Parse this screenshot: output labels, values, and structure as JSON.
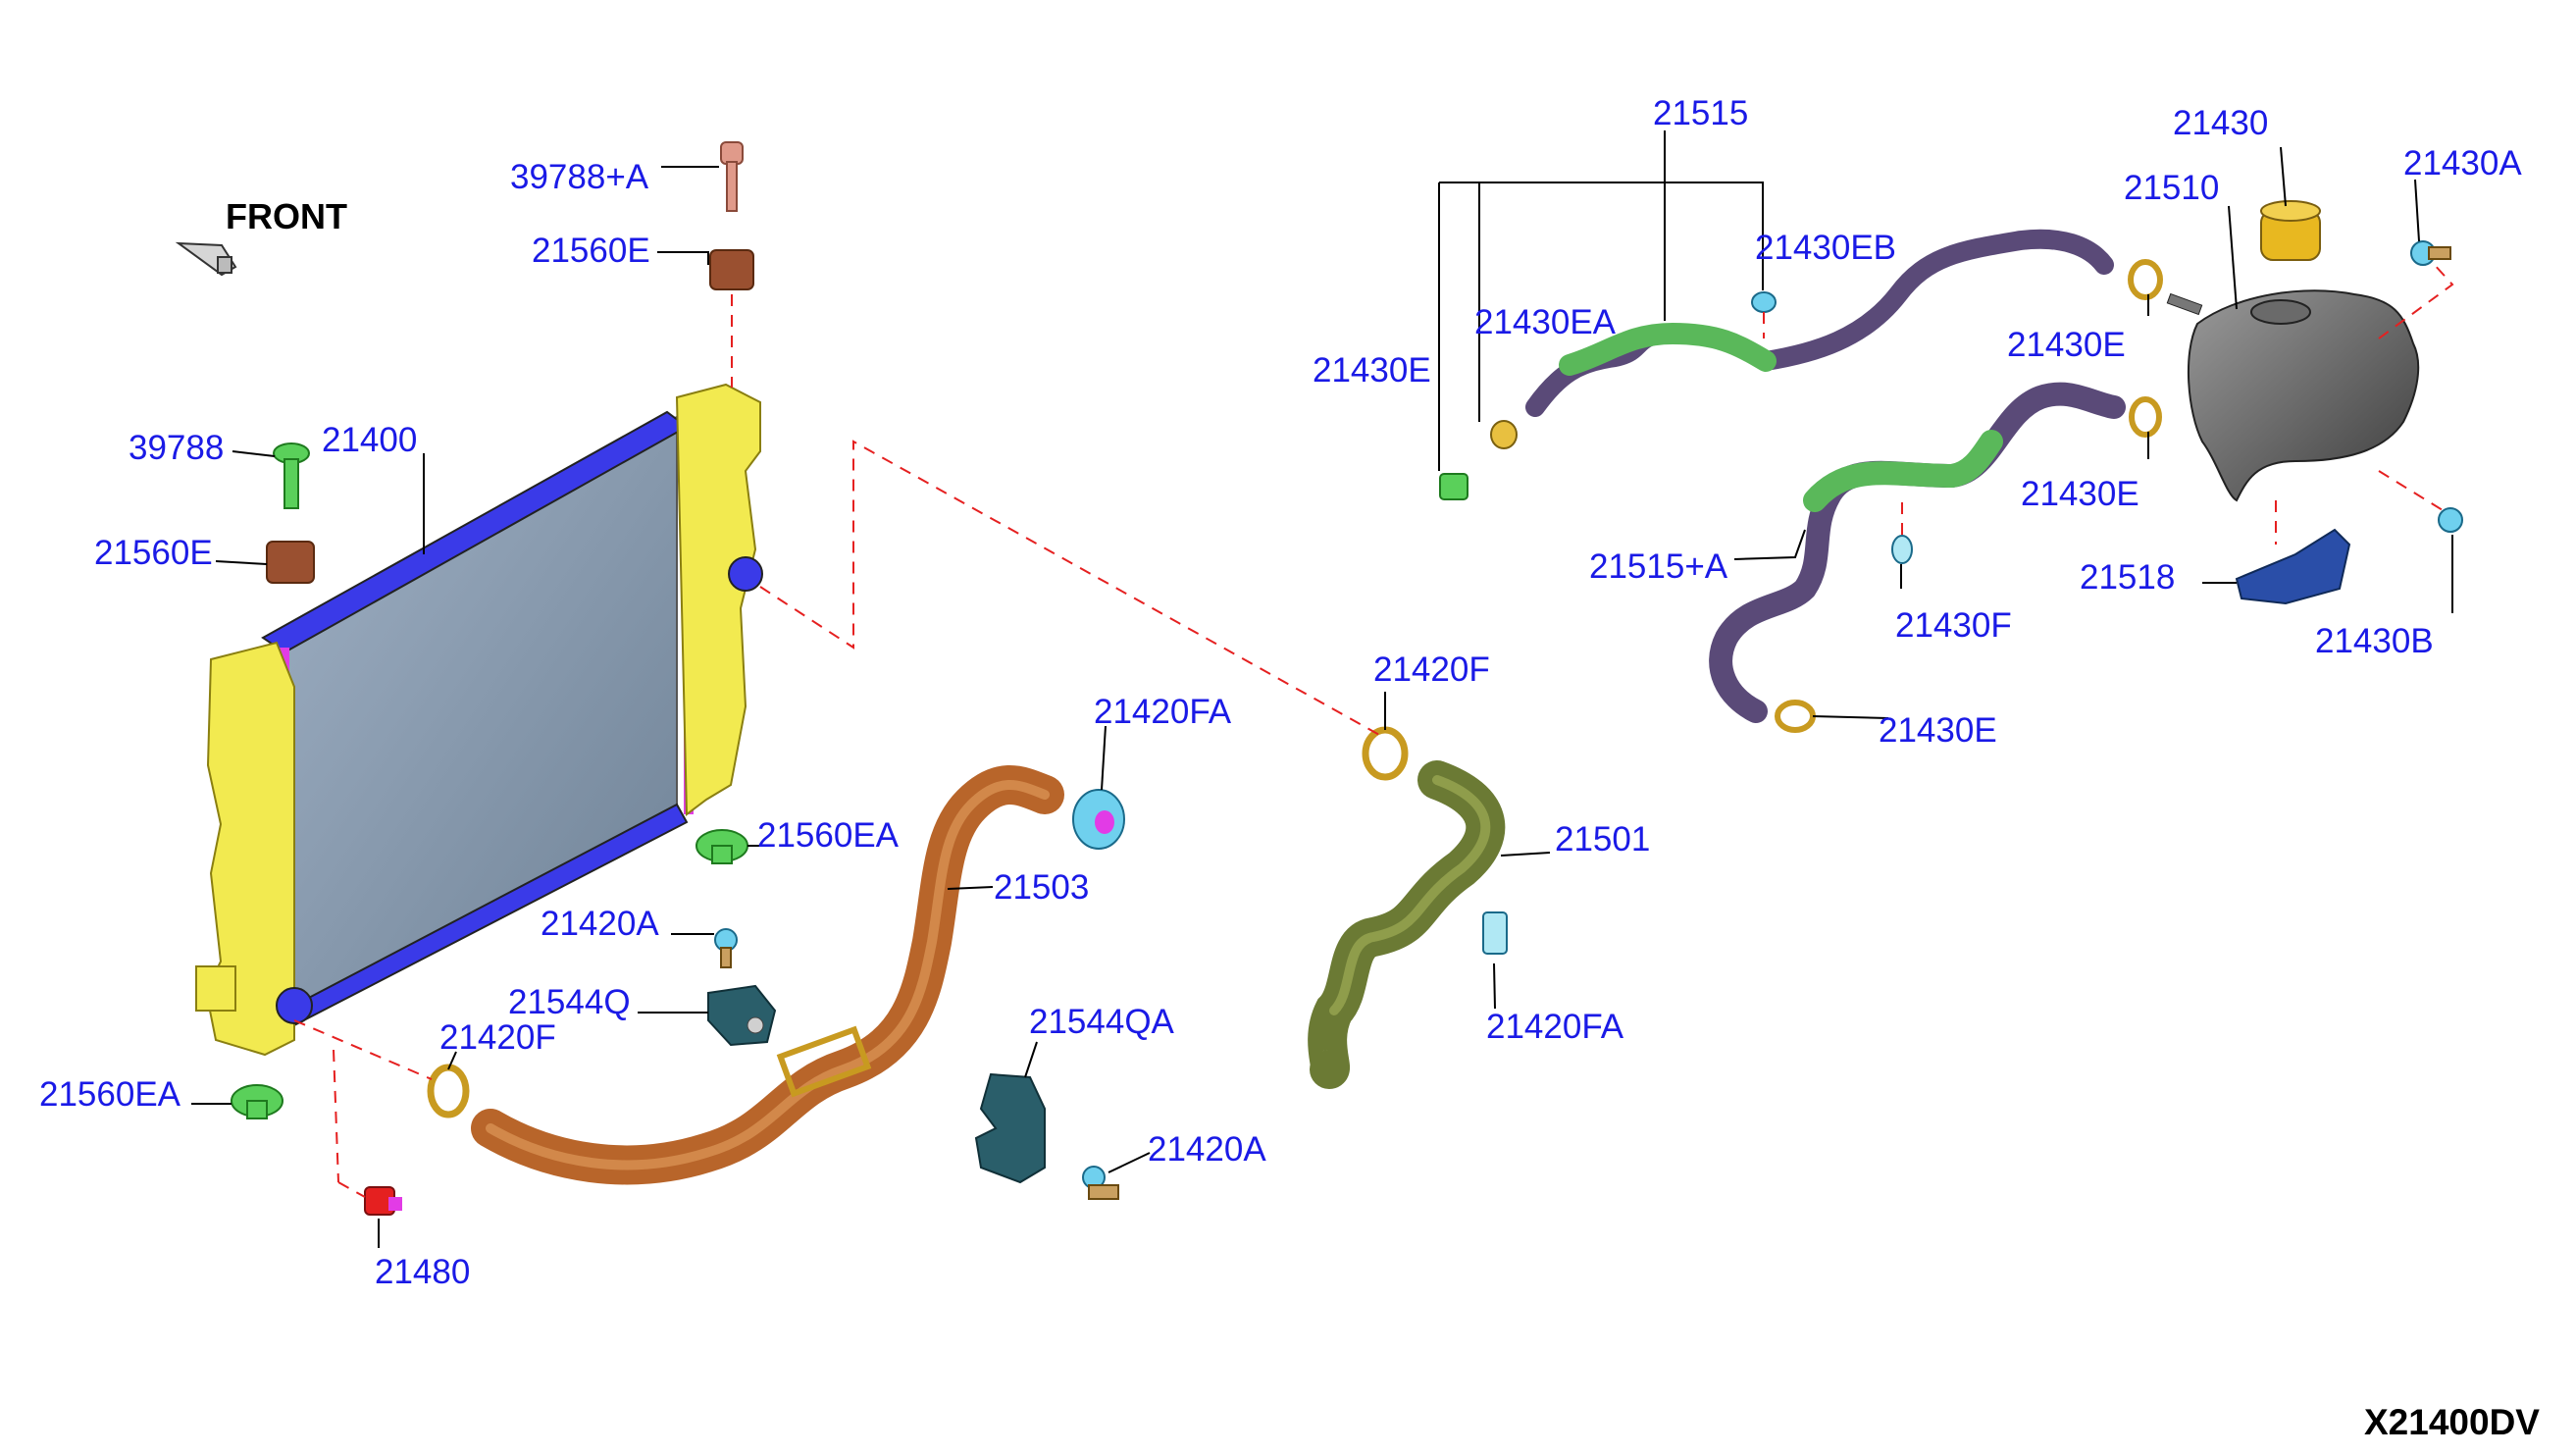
{
  "diagram": {
    "front_label": "FRONT",
    "diagram_code": "X21400DV",
    "callouts": [
      "39788+A",
      "21560E",
      "39788",
      "21400",
      "21560E",
      "21560EA",
      "21420A",
      "21544Q",
      "21420F",
      "21560EA",
      "21480",
      "21503",
      "21420FA",
      "21544QA",
      "21420A",
      "21420F",
      "21501",
      "21420FA",
      "21515",
      "21430EB",
      "21430EA",
      "21430E",
      "21430",
      "21510",
      "21430A",
      "21430E",
      "21430E",
      "21515+A",
      "21430F",
      "21518",
      "21430B",
      "21430E"
    ]
  }
}
